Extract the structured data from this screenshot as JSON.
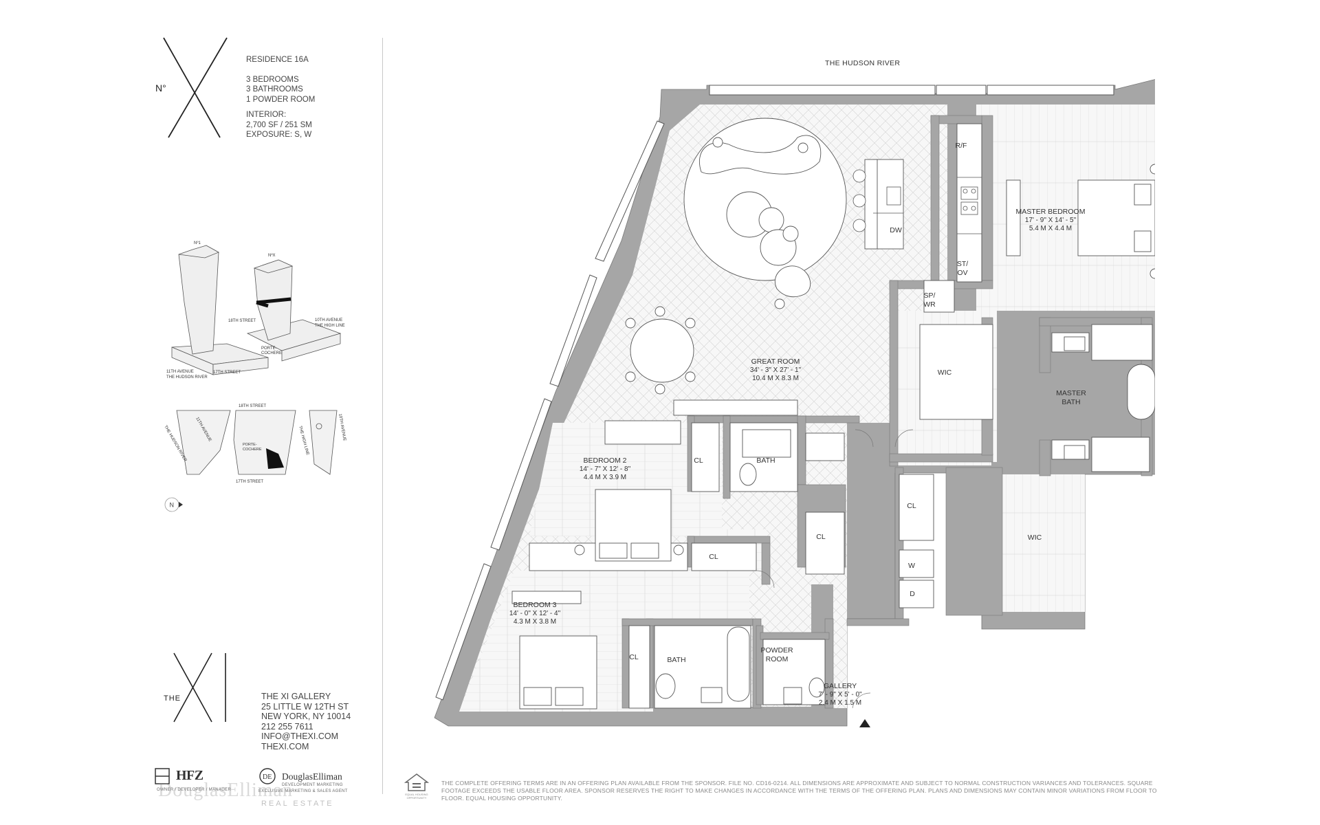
{
  "header": {
    "logo_text": "N°",
    "residence": "RESIDENCE 16A",
    "bedrooms": "3 BEDROOMS",
    "bathrooms": "3 BATHROOMS",
    "powder": "1 POWDER ROOM",
    "interior_label": "INTERIOR:",
    "interior_area": "2,700 SF / 251 SM",
    "exposure": "EXPOSURE: S, W"
  },
  "axon": {
    "tower1": "Nº1",
    "tower2": "NºX",
    "street18": "18TH STREET",
    "avenue10": "10TH AVENUE",
    "highline": "THE HIGH LINE",
    "porte": "PORTE-",
    "cochere": "COCHERE",
    "street17": "17TH STREET",
    "avenue11": "11TH AVENUE",
    "hudson": "THE HUDSON RIVER"
  },
  "site_map": {
    "street18": "18TH STREET",
    "street17": "17TH STREET",
    "hudson": "THE HUDSON RIVER",
    "avenue11": "11TH AVENUE",
    "porte": "PORTE-",
    "cochere": "COCHERE",
    "highline": "THE HIGH LINE",
    "avenue10": "10TH AVENUE",
    "north": "N"
  },
  "plan": {
    "river": "THE HUDSON RIVER",
    "rooms": {
      "great_room": {
        "name": "GREAT ROOM",
        "dim1": "34' - 3\" X 27' - 1\"",
        "dim2": "10.4 M X 8.3 M"
      },
      "master_bedroom": {
        "name": "MASTER BEDROOM",
        "dim1": "17' - 9\" X 14' - 5\"",
        "dim2": "5.4 M X 4.4 M"
      },
      "master_bath": {
        "name1": "MASTER",
        "name2": "BATH"
      },
      "bedroom2": {
        "name": "BEDROOM 2",
        "dim1": "14' - 7\" X 12' - 8\"",
        "dim2": "4.4 M X 3.9 M"
      },
      "bedroom3": {
        "name": "BEDROOM 3",
        "dim1": "14' - 0\" X 12' - 4\"",
        "dim2": "4.3 M X 3.8 M"
      },
      "bath2": "BATH",
      "bath3": "BATH",
      "powder": {
        "name1": "POWDER",
        "name2": "ROOM"
      },
      "gallery": {
        "name": "GALLERY",
        "dim1": "7' - 9\" X 5' - 0\"",
        "dim2": "2.4 M X 1.5 M"
      },
      "wic1": "WIC",
      "wic2": "WIC"
    },
    "fixtures": {
      "rf": "R/F",
      "dw": "DW",
      "st_ov_1": "ST/",
      "st_ov_2": "OV",
      "sp_wr_1": "SP/",
      "sp_wr_2": "WR",
      "cl1": "CL",
      "cl2": "CL",
      "cl3": "CL",
      "cl4": "CL",
      "cl5": "CL",
      "w": "W",
      "d": "D"
    }
  },
  "footer": {
    "the": "THE",
    "gallery": "THE XI GALLERY",
    "street": "25 LITTLE W 12TH ST",
    "city": "NEW YORK, NY 10014",
    "phone": "212 255 7611",
    "email": "INFO@THEXI.COM",
    "web": "THEXI.COM",
    "hfz": "HFZ",
    "hfz_sub": "OWNER / DEVELOPER / MANAGER",
    "de": "DouglasElliman",
    "de_sub": "DEVELOPMENT MARKETING",
    "de_sub2": "EXCLUSIVE MARKETING & SALES AGENT",
    "watermark": "DouglasElliman",
    "watermark_sub": "REAL ESTATE",
    "eho": "EQUAL HOUSING OPPORTUNITY",
    "disclaimer": "THE COMPLETE OFFERING TERMS ARE IN AN OFFERING PLAN AVAILABLE FROM THE SPONSOR. FILE NO. CD16-0214. ALL DIMENSIONS ARE APPROXIMATE AND SUBJECT TO NORMAL CONSTRUCTION VARIANCES AND TOLERANCES. SQUARE FOOTAGE EXCEEDS THE USABLE FLOOR AREA. SPONSOR RESERVES THE RIGHT TO MAKE CHANGES IN ACCORDANCE WITH THE TERMS OF THE OFFERING PLAN. PLANS AND DIMENSIONS MAY CONTAIN MINOR VARIATIONS FROM FLOOR TO FLOOR. EQUAL HOUSING OPPORTUNITY."
  },
  "colors": {
    "wall": "#a6a6a6",
    "floor": "#f4f4f4",
    "line": "#555555"
  }
}
